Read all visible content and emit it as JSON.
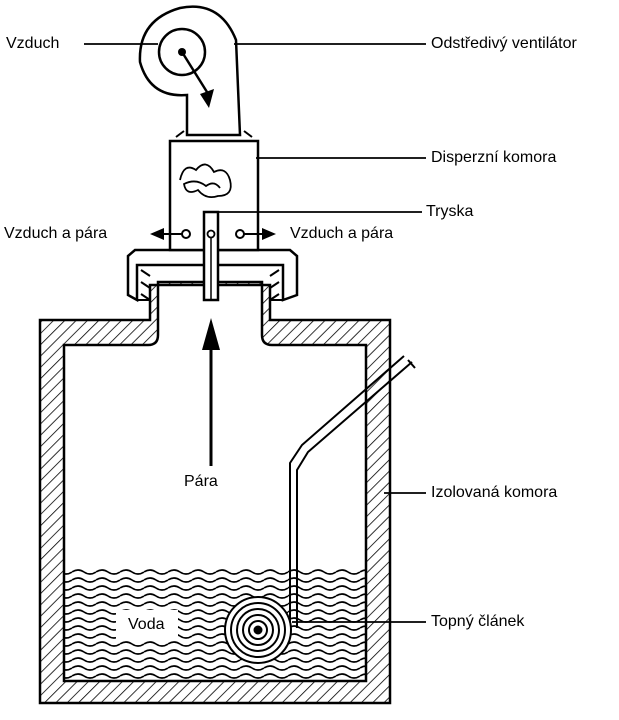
{
  "labels": {
    "air_in": "Vzduch",
    "fan": "Odstředivý ventilátor",
    "dispersion_chamber": "Disperzní komora",
    "nozzle": "Tryska",
    "air_steam_left": "Vzduch a pára",
    "air_steam_right": "Vzduch a pára",
    "steam": "Pára",
    "insulated_chamber": "Izolovaná komora",
    "water": "Voda",
    "heating_element": "Topný článek"
  },
  "colors": {
    "line": "#000000",
    "background": "#ffffff",
    "hatch": "#000000"
  }
}
